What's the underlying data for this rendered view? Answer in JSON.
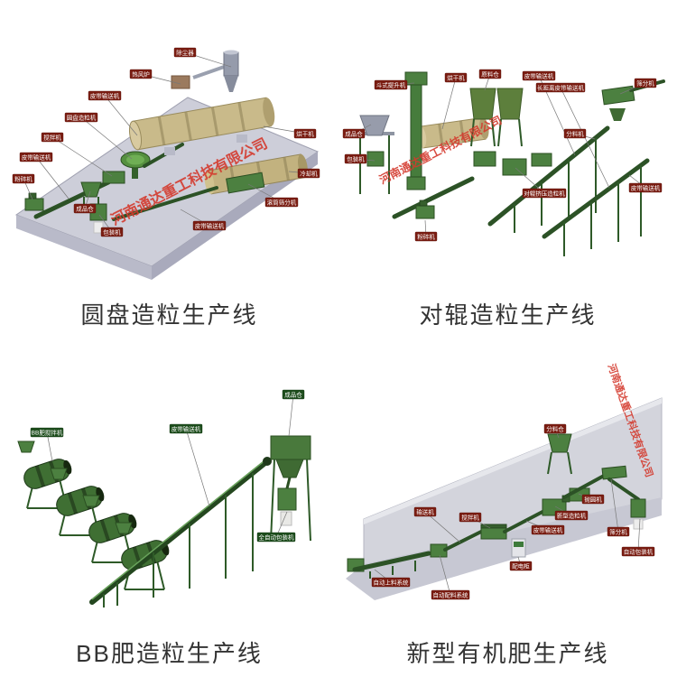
{
  "watermark": {
    "text": "河南通达重工科技有限公司",
    "color": "#d43a2e"
  },
  "panels": [
    {
      "caption": "圆盘造粒生产线",
      "labels": [
        "除尘器",
        "热风炉",
        "皮带输送机",
        "圆盘造粒机",
        "搅拌机",
        "皮带输送机",
        "粉碎机",
        "成品仓",
        "包装机",
        "烘干机",
        "冷却机",
        "滚筒筛分机",
        "皮带输送机"
      ]
    },
    {
      "caption": "对辊造粒生产线",
      "labels": [
        "成品仓",
        "包装机",
        "斗式提升机",
        "烘干机",
        "原料仓",
        "皮带输送机",
        "长距离皮带输送机",
        "筛分机",
        "分料机",
        "皮带输送机",
        "对辊挤压造粒机",
        "粉碎机"
      ]
    },
    {
      "caption": "BB肥造粒生产线",
      "labels": [
        "BB肥搅拌机",
        "皮带输送机",
        "成品仓",
        "全自动包装机"
      ]
    },
    {
      "caption": "新型有机肥生产线",
      "labels": [
        "输送机",
        "搅拌机",
        "自动上料系统",
        "自动配料系统",
        "配电柜",
        "皮带输送机",
        "新型造粒机",
        "抛圆机",
        "分料仓",
        "筛分机",
        "自动包装机"
      ]
    }
  ]
}
